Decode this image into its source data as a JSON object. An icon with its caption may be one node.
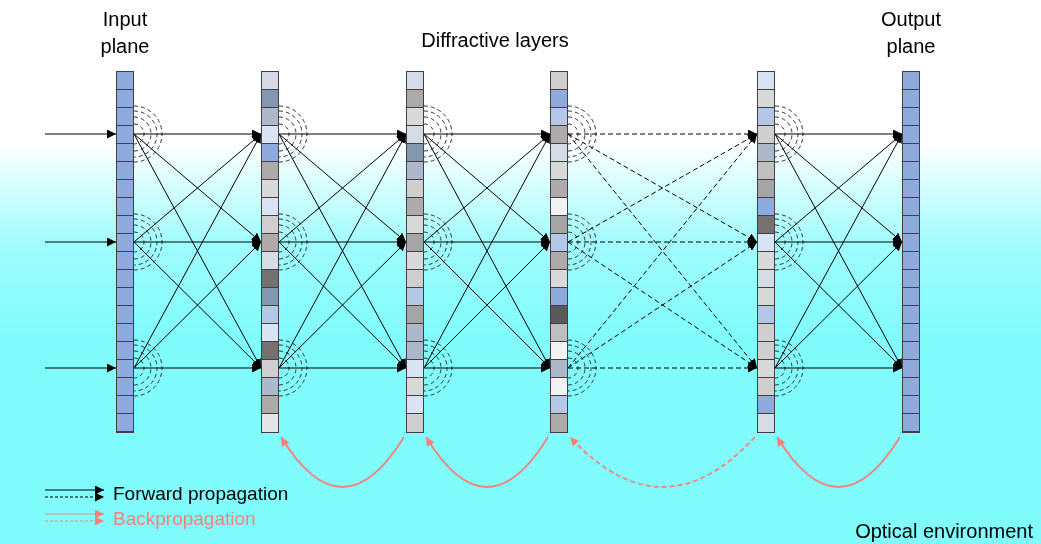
{
  "diagram": {
    "nodes": [
      {
        "text": [
          "Input plane"
        ]
      },
      {
        "text": [],
        "shape": "box",
        "in": 0
      },
      {
        "text": [],
        "shape": "box",
        "in": 0
      },
      {
        "text": [],
        "shape": "box",
        "in": 0
      },
      {
        "text": [],
        "shape": "bar"
      },
      {
        "text": [],
        "shape": "box",
        "in": 4
      },
      {
        "text": [],
        "shape": "box",
        "in": 4
      },
      {
        "text": [],
        "shape": "box",
        "in": 4
      },
      {
        "text": [],
        "shape": "bar"
      },
      {
        "text": [],
        "shape": "box",
        "in": 8
      },
      {
        "text": [],
        "shape": "box",
        "in": 8
      },
      {
        "text": [],
        "shape": "box",
        "in": 8
      },
      {
        "text": [],
        "shape": "bar"
      },
      {
        "text": [],
        "shape": "box",
        "in": 12
      },
      {
        "text": [],
        "shape": "box",
        "in": 12
      },
      {
        "text": [],
        "shape": "box",
        "in": 12
      },
      {
        "text": [],
        "shape": "bar"
      },
      {
        "text": [],
        "shape": "box",
        "in": 16
      },
      {
        "text": [],
        "shape": "box",
        "in": 16
      },
      {
        "text": [],
        "shape": "box",
        "in": 16
      },
      {
        "text": [
          "Output plane"
        ]
      },
      {
        "text": [],
        "shape": "box",
        "in": 20
      },
      {
        "text": [],
        "shape": "box",
        "in": 20
      },
      {
        "text": [],
        "shape": "box",
        "in": 20
      }
    ],
    "edges": [
      {
        "from": null,
        "to": 1,
        "arrow": "to"
      },
      {
        "from": null,
        "to": 2,
        "arrow": "to"
      },
      {
        "from": null,
        "to": 3,
        "arrow": "to"
      },
      {
        "from": 1,
        "to": 5,
        "arrow": "to"
      },
      {
        "from": 1,
        "to": 6,
        "arrow": "to"
      },
      {
        "from": 1,
        "to": 7,
        "arrow": "to"
      },
      {
        "from": 2,
        "to": 5,
        "arrow": "to"
      },
      {
        "from": 2,
        "to": 6,
        "arrow": "to"
      },
      {
        "from": 2,
        "to": 7,
        "arrow": "to"
      },
      {
        "from": 3,
        "to": 5,
        "arrow": "to"
      },
      {
        "from": 3,
        "to": 6,
        "arrow": "to"
      },
      {
        "from": 3,
        "to": 7,
        "arrow": "to"
      },
      {
        "from": 5,
        "to": 9,
        "arrow": "to"
      },
      {
        "from": 5,
        "to": 10,
        "arrow": "to"
      },
      {
        "from": 5,
        "to": 11,
        "arrow": "to"
      },
      {
        "from": 6,
        "to": 9,
        "arrow": "to"
      },
      {
        "from": 6,
        "to": 10,
        "arrow": "to"
      },
      {
        "from": 6,
        "to": 11,
        "arrow": "to"
      },
      {
        "from": 7,
        "to": 9,
        "arrow": "to"
      },
      {
        "from": 7,
        "to": 10,
        "arrow": "to"
      },
      {
        "from": 7,
        "to": 11,
        "arrow": "to"
      },
      {
        "from": 9,
        "to": 13,
        "arrow": "to"
      },
      {
        "from": 9,
        "to": 14,
        "arrow": "to"
      },
      {
        "from": 9,
        "to": 15,
        "arrow": "to"
      },
      {
        "from": 10,
        "to": 13,
        "arrow": "to"
      },
      {
        "from": 10,
        "to": 14,
        "arrow": "to"
      },
      {
        "from": 10,
        "to": 15,
        "arrow": "to"
      },
      {
        "from": 11,
        "to": 13,
        "arrow": "to"
      },
      {
        "from": 11,
        "to": 14,
        "arrow": "to"
      },
      {
        "from": 11,
        "to": 15,
        "arrow": "to"
      },
      {
        "from": 13,
        "to": 17,
        "arrow": "to",
        "style": "dashed"
      },
      {
        "from": 13,
        "to": 18,
        "arrow": "to",
        "style": "dashed"
      },
      {
        "from": 13,
        "to": 19,
        "arrow": "to",
        "style": "dashed"
      },
      {
        "from": 14,
        "to": 17,
        "arrow": "to",
        "style": "dashed"
      },
      {
        "from": 14,
        "to": 18,
        "arrow": "to",
        "style": "dashed"
      },
      {
        "from": 14,
        "to": 19,
        "arrow": "to",
        "style": "dashed"
      },
      {
        "from": 15,
        "to": 17,
        "arrow": "to",
        "style": "dashed"
      },
      {
        "from": 15,
        "to": 18,
        "arrow": "to",
        "style": "dashed"
      },
      {
        "from": 15,
        "to": 19,
        "arrow": "to",
        "style": "dashed"
      },
      {
        "from": 17,
        "to": 21,
        "arrow": "to"
      },
      {
        "from": 17,
        "to": 22,
        "arrow": "to"
      },
      {
        "from": 17,
        "to": 23,
        "arrow": "to"
      },
      {
        "from": 18,
        "to": 21,
        "arrow": "to"
      },
      {
        "from": 18,
        "to": 22,
        "arrow": "to"
      },
      {
        "from": 18,
        "to": 23,
        "arrow": "to"
      },
      {
        "from": 19,
        "to": 21,
        "arrow": "to"
      },
      {
        "from": 19,
        "to": 22,
        "arrow": "to"
      },
      {
        "from": 19,
        "to": 23,
        "arrow": "to"
      },
      {
        "from": 8,
        "to": 4,
        "arrow": "to",
        "color": "#f4817c"
      },
      {
        "from": 12,
        "to": 8,
        "arrow": "to",
        "color": "#f4817c"
      },
      {
        "from": 16,
        "to": 12,
        "arrow": "to",
        "style": "dashed",
        "color": "#f4817c"
      },
      {
        "from": 20,
        "to": 16,
        "arrow": "to",
        "color": "#f4817c"
      }
    ],
    "labels": [
      "Diffractive layers",
      "Optical environment"
    ],
    "legend": [
      {
        "text": "Forward propagation"
      },
      {
        "text": "Backpropagation"
      }
    ]
  }
}
